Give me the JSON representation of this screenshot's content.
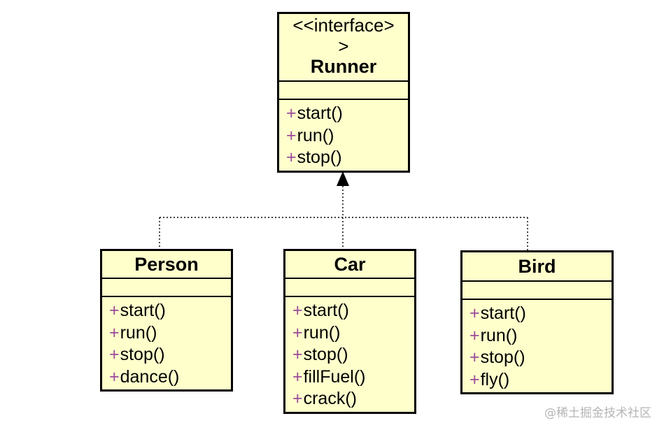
{
  "interface": {
    "stereotype": "<<interface>",
    "stereotype_tail": ">",
    "name": "Runner",
    "ops": [
      "start()",
      "run()",
      "stop()"
    ]
  },
  "classes": [
    {
      "name": "Person",
      "ops": [
        "start()",
        "run()",
        "stop()",
        "dance()"
      ]
    },
    {
      "name": "Car",
      "ops": [
        "start()",
        "run()",
        "stop()",
        "fillFuel()",
        "crack()"
      ]
    },
    {
      "name": "Bird",
      "ops": [
        "start()",
        "run()",
        "stop()",
        "fly()"
      ]
    }
  ],
  "visibility_symbol": "+",
  "relation": "realization",
  "colors": {
    "box_fill": "#ffffcc",
    "plus": "#9b4a9b",
    "line": "#000000"
  },
  "watermark": "@稀土掘金技术社区"
}
